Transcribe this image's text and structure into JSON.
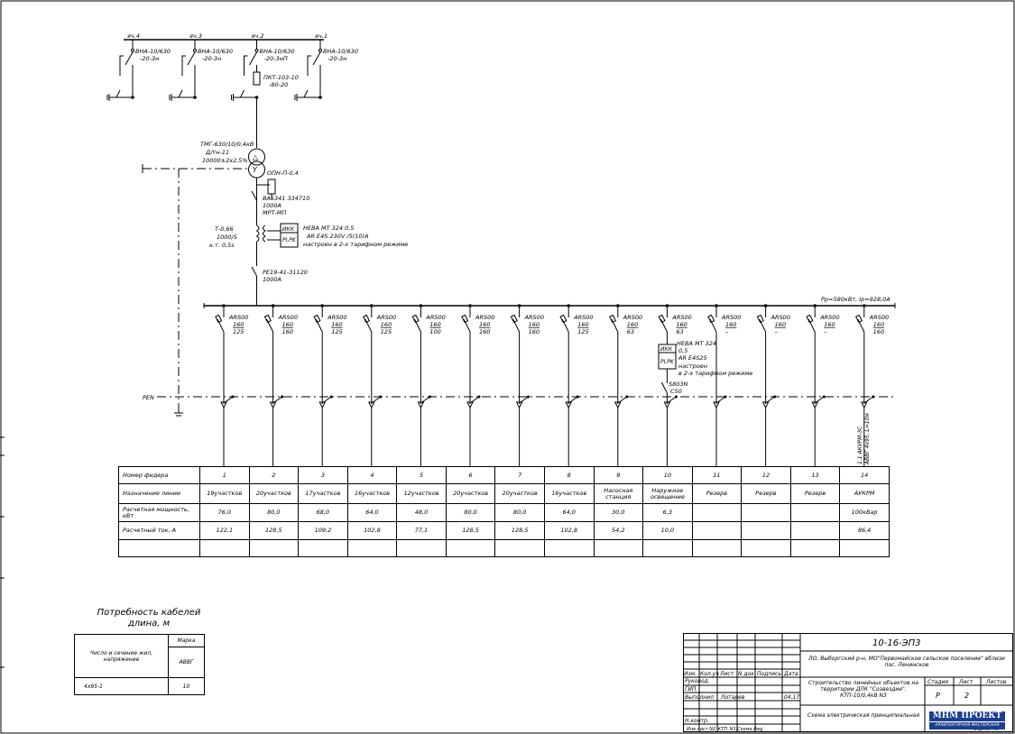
{
  "cells": [
    {
      "label": "яч.4",
      "device": "ВНА-10/630",
      "sub": "-20-3н"
    },
    {
      "label": "яч.3",
      "device": "ВНА-10/630",
      "sub": "-20-3н"
    },
    {
      "label": "яч.2",
      "device": "ВНА-10/630",
      "sub": "-20-3нП"
    },
    {
      "label": "яч.1",
      "device": "ВНА-10/630",
      "sub": "-20-3н"
    }
  ],
  "fuse": {
    "line1": "ПКТ-103-10",
    "line2": "-80-20"
  },
  "transformer": {
    "line1": "ТМГ-630/10/0,4кВ",
    "line2": "Д/Yн-11",
    "line3": "10000±2х2,5%"
  },
  "surge": "ОПН-П-0,4",
  "breaker_main": {
    "line1": "ВА5341 334710",
    "line2": "1000А",
    "line3": "МРТ-МП"
  },
  "ct": {
    "line1": "Т-0,66",
    "line2": "1000/5",
    "line3": "к.т. 0,5s"
  },
  "meter_main": {
    "box_top": "ИКК",
    "box_bottom": "PI,PK",
    "line1": "НЕВА МТ 324  0,5",
    "line2": "AR E4S 230V /5(10)А",
    "line3": "настроен в 2-х тарифном режиме"
  },
  "switch_main": {
    "line1": "РЕ19-41-31120",
    "line2": "1000А"
  },
  "bus_power": "Рр=580кВт, Iр=928,0А",
  "pen_label": "PEN",
  "feeders": [
    {
      "dev": "ARS00",
      "a": "160",
      "b": "125"
    },
    {
      "dev": "ARS00",
      "a": "160",
      "b": "160"
    },
    {
      "dev": "ARS00",
      "a": "160",
      "b": "125"
    },
    {
      "dev": "ARS00",
      "a": "160",
      "b": "125"
    },
    {
      "dev": "ARS00",
      "a": "160",
      "b": "100"
    },
    {
      "dev": "ARS00",
      "a": "160",
      "b": "160"
    },
    {
      "dev": "ARS00",
      "a": "160",
      "b": "160"
    },
    {
      "dev": "ARS00",
      "a": "160",
      "b": "125"
    },
    {
      "dev": "ARS00",
      "a": "160",
      "b": "63"
    },
    {
      "dev": "ARS00",
      "a": "160",
      "b": "63"
    },
    {
      "dev": "ARS00",
      "a": "160",
      "b": "–"
    },
    {
      "dev": "ARS00",
      "a": "160",
      "b": "–"
    },
    {
      "dev": "ARS00",
      "a": "160",
      "b": "–"
    },
    {
      "dev": "ARS00",
      "a": "160",
      "b": "160"
    }
  ],
  "meter_10": {
    "box_top": "ИКК",
    "box_bottom": "PI,PK",
    "line1": "НЕВА МТ 324",
    "line2": "0,5",
    "line3": "AR E4S25",
    "line4": "настроен",
    "line5": "в 2-х тарифном режиме"
  },
  "breaker_10": {
    "line1": "S803N",
    "line2": "C50"
  },
  "cable_14": {
    "line1": "1.1 АКУРМ-ЗС",
    "line2": "АВВГ 4х95, L=10м"
  },
  "table": {
    "row_headers": [
      "Номер фидера",
      "Назначение линии",
      "Расчетная мощность, кВт",
      "Расчетный ток, А",
      ""
    ],
    "numbers": [
      "1",
      "2",
      "3",
      "4",
      "5",
      "6",
      "7",
      "8",
      "9",
      "10",
      "11",
      "12",
      "13",
      "14"
    ],
    "purpose": [
      "19участков",
      "20участков",
      "17участков",
      "16участков",
      "12участков",
      "20участков",
      "20участков",
      "16участков",
      "Насосная станция",
      "Наружное освещение",
      "Резерв",
      "Резерв",
      "Резерв",
      "АУКРМ"
    ],
    "power": [
      "76,0",
      "80,0",
      "68,0",
      "64,0",
      "48,0",
      "80,0",
      "80,0",
      "64,0",
      "30,0",
      "6,3",
      "",
      "",
      "",
      "100кВар"
    ],
    "current": [
      "122,1",
      "128,5",
      "109,2",
      "102,8",
      "77,1",
      "128,5",
      "128,5",
      "102,8",
      "54,2",
      "10,0",
      "",
      "",
      "",
      "86,4"
    ]
  },
  "cables": {
    "title_line1": "Потребность кабелей",
    "title_line2": "длина, м",
    "col1_header": "Число и сечение жил, напряжение",
    "col2_header_top": "Марка",
    "col2_header_bottom": "АВВГ",
    "row_section": "4х95-1",
    "row_length": "10"
  },
  "stamp": {
    "code": "10-16-ЭП3",
    "address": "ЛО, Выборгский р-н, МО\"Первомайское сельское поселение\" вблизи пос. Ленинское",
    "roles_header": [
      "Изм.",
      "Кол.уч",
      "Лист",
      "N док",
      "Подпись",
      "Дата"
    ],
    "roles": [
      "Руковод.",
      "ГИП",
      "Выполнил",
      "",
      "Н.контр."
    ],
    "performer_name": "Лотарев",
    "performer_date": "04.17",
    "project_title": "Строительство линейных объектов на территории ДПК \"Созвездие\". КТП-10/0,4кВ N3",
    "sheet_title": "Схема электрическая принципиальная",
    "stage_header": "Стадия",
    "sheet_header": "Лист",
    "sheets_header": "Листов",
    "stage": "Р",
    "sheet": "2",
    "sheets": "",
    "logo_main": "МНМ ПРОЕКТ",
    "logo_sub": "АРХИТЕКТУРНАЯ МАСТЕРСКАЯ",
    "bottom_note": "Инв.лист N2_КТП_N3.Схема.dwg",
    "format": "Формат А3"
  }
}
